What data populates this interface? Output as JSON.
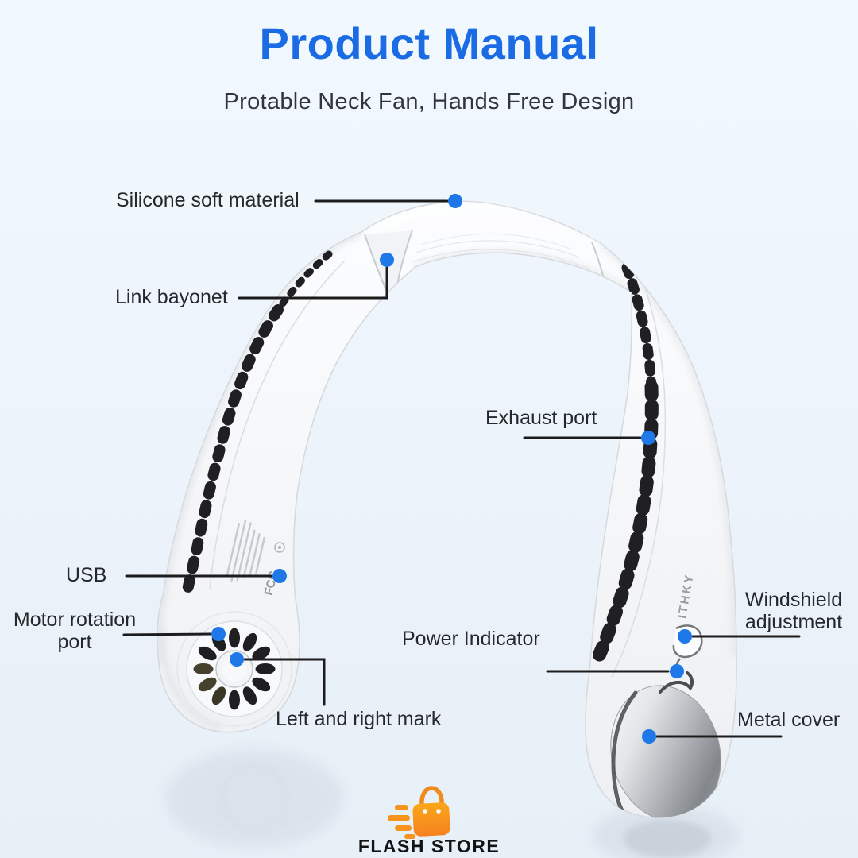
{
  "header": {
    "title": "Product Manual",
    "subtitle": "Protable Neck Fan, Hands Free Design"
  },
  "callouts": {
    "silicone": "Silicone soft material",
    "link_bayonet": "Link bayonet",
    "exhaust_port": "Exhaust port",
    "usb": "USB",
    "motor_rotation_port": "Motor rotation port",
    "power_indicator": "Power Indicator",
    "windshield_adjustment": "Windshield adjustment",
    "left_right_mark": "Left and right mark",
    "metal_cover": "Metal cover"
  },
  "device": {
    "brand_marking": "ITHKY",
    "certification_marking": "FCC"
  },
  "footer": {
    "store_name": "FLASH STORE"
  },
  "colors": {
    "title_blue": "#1a6be4",
    "marker_blue": "#1e78e8",
    "leader_line": "#1c1c1c",
    "label_text": "#26282b",
    "logo_orange": "#f7941d",
    "vent_black": "#202024"
  }
}
